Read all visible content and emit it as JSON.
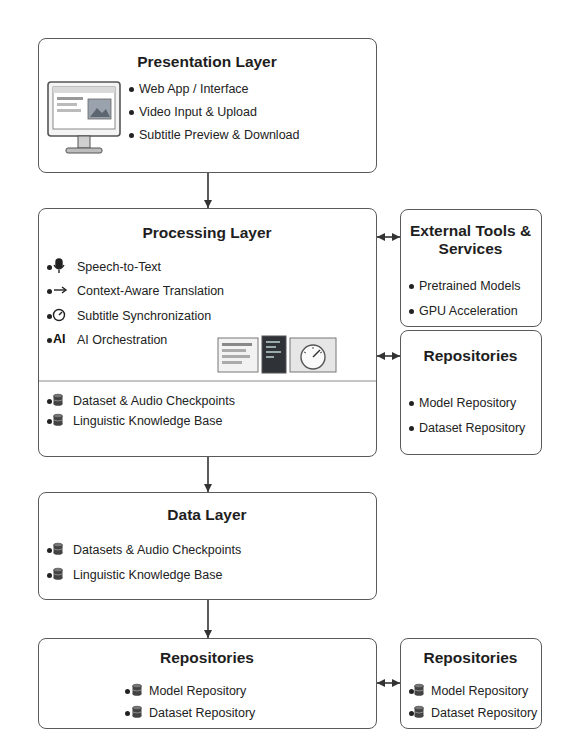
{
  "diagram": {
    "nodes": [
      {
        "text": [
          "Presentation Layer",
          "Web App / Interface",
          "Video Input & Upload",
          "Subtitle Preview & Download"
        ]
      },
      {
        "text": [
          "Processing Layer",
          "Speech-to-Text",
          "Context-Aware Translation",
          "Subtitle Synchronization",
          "AI Orchestration",
          "Dataset & Audio Checkpoints",
          "Linguistic Knowledge Base"
        ]
      },
      {
        "text": [
          "External Tools & Services",
          "Pretrained Models",
          "GPU Acceleration"
        ]
      },
      {
        "text": [
          "Repositories",
          "Model Repository",
          "Dataset Repository"
        ]
      },
      {
        "text": [
          "Data Layer",
          "Datasets & Audio Checkpoints",
          "Linguistic Knowledge Base"
        ]
      },
      {
        "text": [
          "Repositories",
          "Model Repository",
          "Dataset Repository"
        ]
      },
      {
        "text": [
          "Repositories",
          "Model Repository",
          "Dataset Repository"
        ]
      }
    ],
    "edges": [
      {
        "from": 0,
        "to": 1,
        "arrow": "to"
      },
      {
        "from": 1,
        "to": 2,
        "arrow": "both"
      },
      {
        "from": 1,
        "to": 3,
        "arrow": "both"
      },
      {
        "from": 1,
        "to": 4,
        "arrow": "to"
      },
      {
        "from": 4,
        "to": 5,
        "arrow": "to"
      },
      {
        "from": 5,
        "to": 6,
        "arrow": "both"
      }
    ],
    "labels": [
      "AI"
    ]
  }
}
